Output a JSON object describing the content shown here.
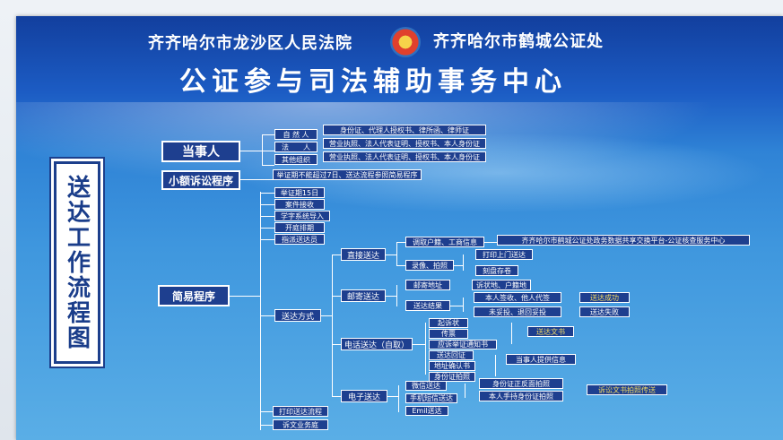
{
  "header": {
    "court": "齐齐哈尔市龙沙区人民法院",
    "notary": "齐齐哈尔市鹤城公证处",
    "title": "公证参与司法辅助事务中心"
  },
  "vertical_title": "送达工作流程图",
  "party": {
    "label": "当事人",
    "types": [
      "自 然 人",
      "法　　人",
      "其他组织"
    ],
    "materials": [
      "身份证、代理人授权书、律所函、律师证",
      "营业执照、法人代表证明、授权书、本人身份证",
      "营业执照、法人代表证明、授权书、本人身份证"
    ]
  },
  "small_claims": {
    "label": "小额诉讼程序",
    "note": "举证期不能超过7日、送达流程参照简易程序"
  },
  "simple": {
    "label": "简易程序",
    "items": [
      "举证期15日",
      "案件接收",
      "学字系统导入",
      "开庭排期",
      "指派送达员"
    ],
    "method_label": "送达方式",
    "footer_items": [
      "打印送达流程",
      "诉文业务庭"
    ]
  },
  "direct": {
    "label": "直接送达",
    "query": "调取户籍、工商信息",
    "platform": "齐齐哈尔市鹤城公证处政务数据共享交换平台-公证核查服务中心",
    "record": "录像、拍照",
    "print_upload": "打印上门送达",
    "burn": "刻盘存卷"
  },
  "mail": {
    "label": "邮寄送达",
    "address": "邮寄地址",
    "address_types": "诉状地、户籍地",
    "result": "送达结果",
    "outcome_signed": "本人签收、他人代签",
    "outcome_returned": "未妥投、退回妥投",
    "success": "送达成功",
    "fail": "送达失败"
  },
  "phone": {
    "label": "电话送达（自取）",
    "docs_a": [
      "起诉状",
      "传票",
      "应诉举证通知书"
    ],
    "docs_b": [
      "送达回证",
      "地址确认书",
      "身份证拍照"
    ],
    "docs_a_result": "送达文书",
    "docs_b_result": "当事人提供信息"
  },
  "electronic": {
    "label": "电子送达",
    "channels": [
      "微信送达",
      "手机短信送达",
      "Emil送达"
    ],
    "id_front_back": "身份证正反面拍照",
    "id_hold": "本人手持身份证拍照",
    "result": "诉讼文书拍照传送"
  }
}
